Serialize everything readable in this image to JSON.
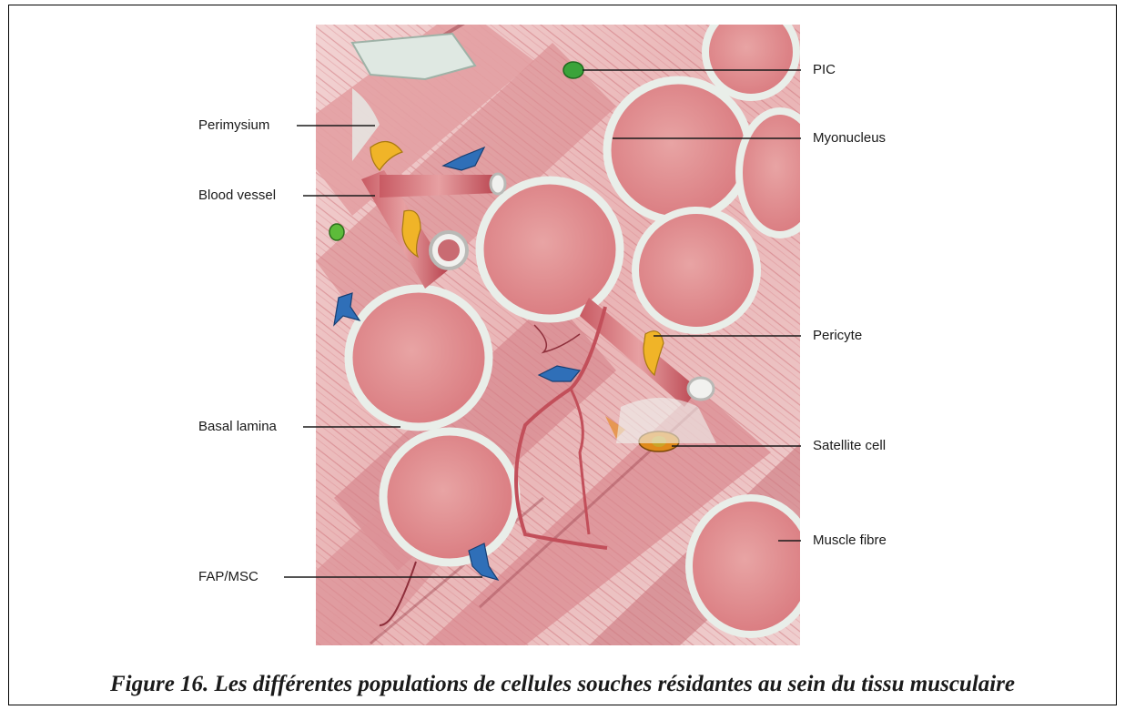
{
  "labels": {
    "pic": "PIC",
    "myonucleus": "Myonucleus",
    "pericyte": "Pericyte",
    "satellite_cell": "Satellite cell",
    "muscle_fibre": "Muscle fibre",
    "perimysium": "Perimysium",
    "blood_vessel": "Blood vessel",
    "basal_lamina": "Basal lamina",
    "fap_msc": "FAP/MSC"
  },
  "caption": "Figure 16. Les différentes populations de cellules souches résidantes au sein du tissu musculaire",
  "colors": {
    "fibre": "#e39a9a",
    "fibre_dark": "#b84a55",
    "lamina": "#e8ece9",
    "pic": "#3aa33a",
    "pericyte": "#f0b428",
    "fap": "#2f6fb8",
    "satellite": "#e08a1a"
  }
}
